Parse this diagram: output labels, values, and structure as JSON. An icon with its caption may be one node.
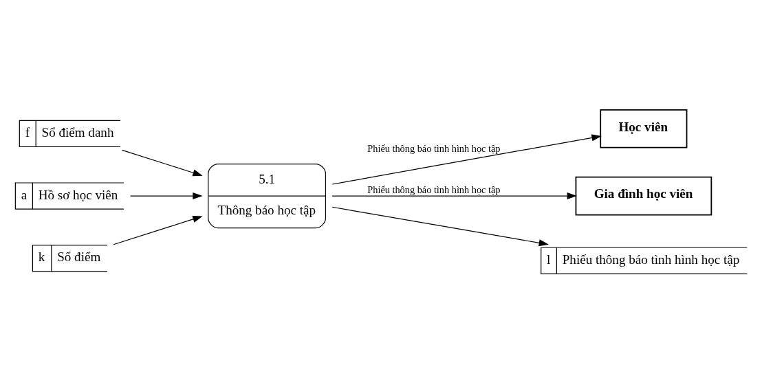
{
  "diagram": {
    "nodes": [
      {
        "text": [
          "Học viên"
        ]
      },
      {
        "text": [
          "Gia đình học viên"
        ]
      },
      {
        "text": [
          "5.1",
          "Thông báo học tập"
        ]
      },
      {
        "text": [
          "l",
          "Phiếu thông báo tình hình học tập"
        ]
      },
      {
        "text": [
          "f",
          "Sổ điểm danh"
        ]
      },
      {
        "text": [
          "a",
          "Hồ sơ học viên"
        ]
      },
      {
        "text": [
          "k",
          "Sổ điểm"
        ]
      }
    ],
    "edges": [
      {
        "from": 2,
        "to": 3,
        "arrow": "to"
      },
      {
        "from": 4,
        "to": 2,
        "arrow": "to"
      },
      {
        "from": 2,
        "to": 0,
        "arrow": "to",
        "label": "Phiếu thông báo tình hình học tập"
      },
      {
        "from": 2,
        "to": 1,
        "arrow": "to",
        "label": "Phiếu thông báo tình hình học tập"
      },
      {
        "from": 5,
        "to": 2,
        "arrow": "to"
      },
      {
        "from": 6,
        "to": 2,
        "arrow": "to"
      }
    ]
  }
}
